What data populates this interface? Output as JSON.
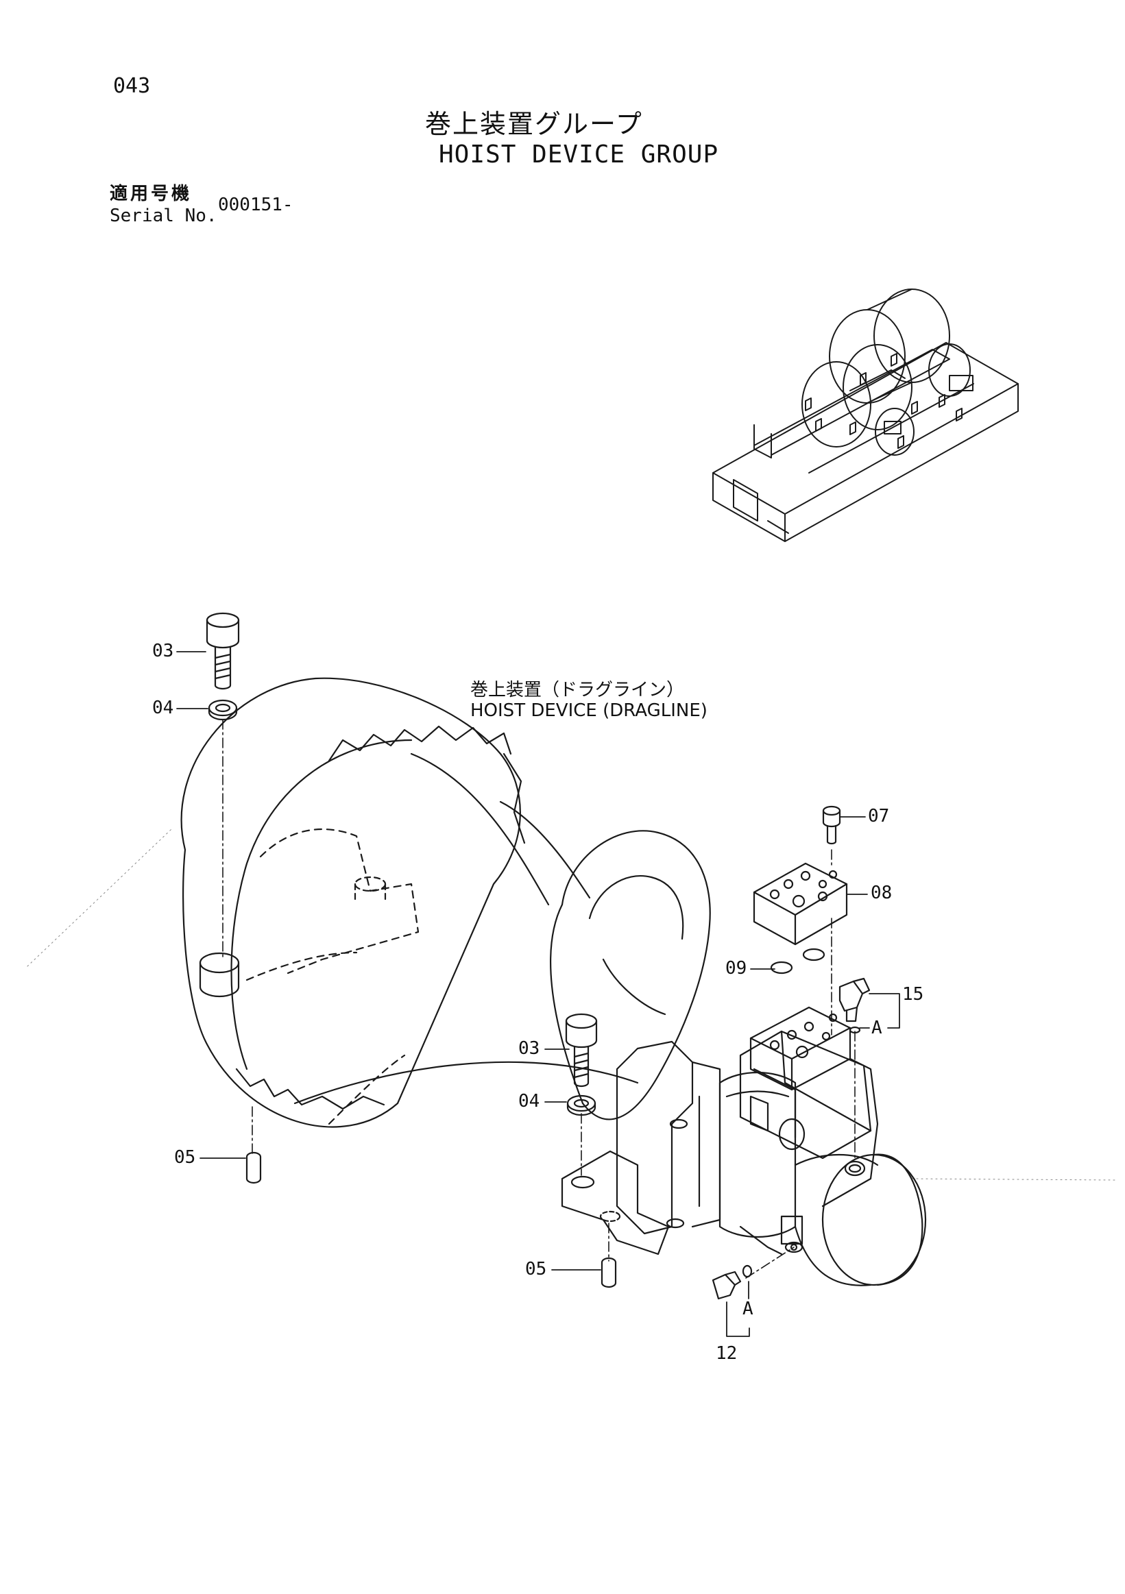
{
  "page": {
    "number": "043",
    "title_ja": "巻上装置グループ",
    "title_en": "HOIST DEVICE GROUP",
    "serial_label_ja": "適用号機",
    "serial_label_en": "Serial No.",
    "serial_value": "000151-"
  },
  "diagram": {
    "subtitle_ja": "巻上装置（ドラグライン）",
    "subtitle_en": "HOIST DEVICE (DRAGLINE)",
    "callouts": [
      {
        "id": "c-03-a",
        "text": "03"
      },
      {
        "id": "c-04-a",
        "text": "04"
      },
      {
        "id": "c-05-a",
        "text": "05"
      },
      {
        "id": "c-07",
        "text": "07"
      },
      {
        "id": "c-08",
        "text": "08"
      },
      {
        "id": "c-09",
        "text": "09"
      },
      {
        "id": "c-15",
        "text": "15"
      },
      {
        "id": "c-A-1",
        "text": "A"
      },
      {
        "id": "c-03-b",
        "text": "03"
      },
      {
        "id": "c-04-b",
        "text": "04"
      },
      {
        "id": "c-05-b",
        "text": "05"
      },
      {
        "id": "c-A-2",
        "text": "A"
      },
      {
        "id": "c-12",
        "text": "12"
      }
    ]
  }
}
